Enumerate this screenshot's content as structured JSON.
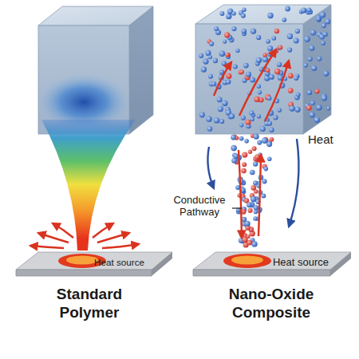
{
  "diagram": {
    "nodes": [
      {
        "text": [
          "Heat source"
        ]
      },
      {
        "text": [
          "Heat source"
        ]
      }
    ],
    "labels": [
      "Heat",
      "Conductive Pathway",
      "Standard Polymer",
      "Nano-Oxide Composite"
    ]
  }
}
